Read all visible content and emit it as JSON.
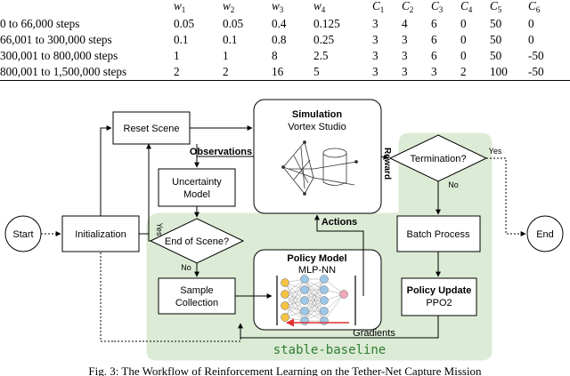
{
  "table": {
    "headers": [
      {
        "sym": "w",
        "sub": "1"
      },
      {
        "sym": "w",
        "sub": "2"
      },
      {
        "sym": "w",
        "sub": "3"
      },
      {
        "sym": "w",
        "sub": "4"
      },
      {
        "sym": "C",
        "sub": "1"
      },
      {
        "sym": "C",
        "sub": "2"
      },
      {
        "sym": "C",
        "sub": "3"
      },
      {
        "sym": "C",
        "sub": "4"
      },
      {
        "sym": "C",
        "sub": "5"
      },
      {
        "sym": "C",
        "sub": "6"
      }
    ],
    "rows": [
      {
        "label": "0 to 66,000 steps",
        "values": [
          "0.05",
          "0.05",
          "0.4",
          "0.125",
          "3",
          "4",
          "6",
          "0",
          "50",
          "0"
        ]
      },
      {
        "label": "66,001 to 300,000 steps",
        "values": [
          "0.1",
          "0.1",
          "0.8",
          "0.25",
          "3",
          "3",
          "6",
          "0",
          "50",
          "0"
        ]
      },
      {
        "label": "300,001 to 800,000 steps",
        "values": [
          "1",
          "1",
          "8",
          "2.5",
          "3",
          "3",
          "6",
          "0",
          "50",
          "-50"
        ]
      },
      {
        "label": "800,001 to 1,500,000 steps",
        "values": [
          "2",
          "2",
          "16",
          "5",
          "3",
          "3",
          "3",
          "2",
          "100",
          "-50"
        ]
      }
    ]
  },
  "diagram": {
    "start": "Start",
    "initialization": "Initialization",
    "reset_scene": "Reset Scene",
    "simulation_title": "Simulation",
    "simulation_subtitle": "Vortex Studio",
    "observations": "Observations",
    "reward": "Reward",
    "actions": "Actions",
    "uncertainty_line1": "Uncertainty",
    "uncertainty_line2": "Model",
    "end_of_scene": "End of Scene?",
    "yes_left": "Yes",
    "no_left": "No",
    "sample_line1": "Sample",
    "sample_line2": "Collection",
    "policy_model_title": "Policy Model",
    "policy_model_subtitle": "MLP-NN",
    "termination": "Termination?",
    "yes_right": "Yes",
    "no_right": "No",
    "batch_process": "Batch Process",
    "policy_update_title": "Policy Update",
    "policy_update_subtitle": "PPO2",
    "gradients": "Gradients",
    "end": "End",
    "framework": "stable-baseline"
  },
  "colors": {
    "green_region": "#dcebd5",
    "neuron_yellow": "#f5c342",
    "neuron_blue": "#9cc8e8",
    "neuron_pink": "#f0a8b8",
    "gradient_arrow": "#e03030"
  },
  "caption": "Fig. 3: The Workflow of Reinforcement Learning on the Tether-Net Capture Mission"
}
